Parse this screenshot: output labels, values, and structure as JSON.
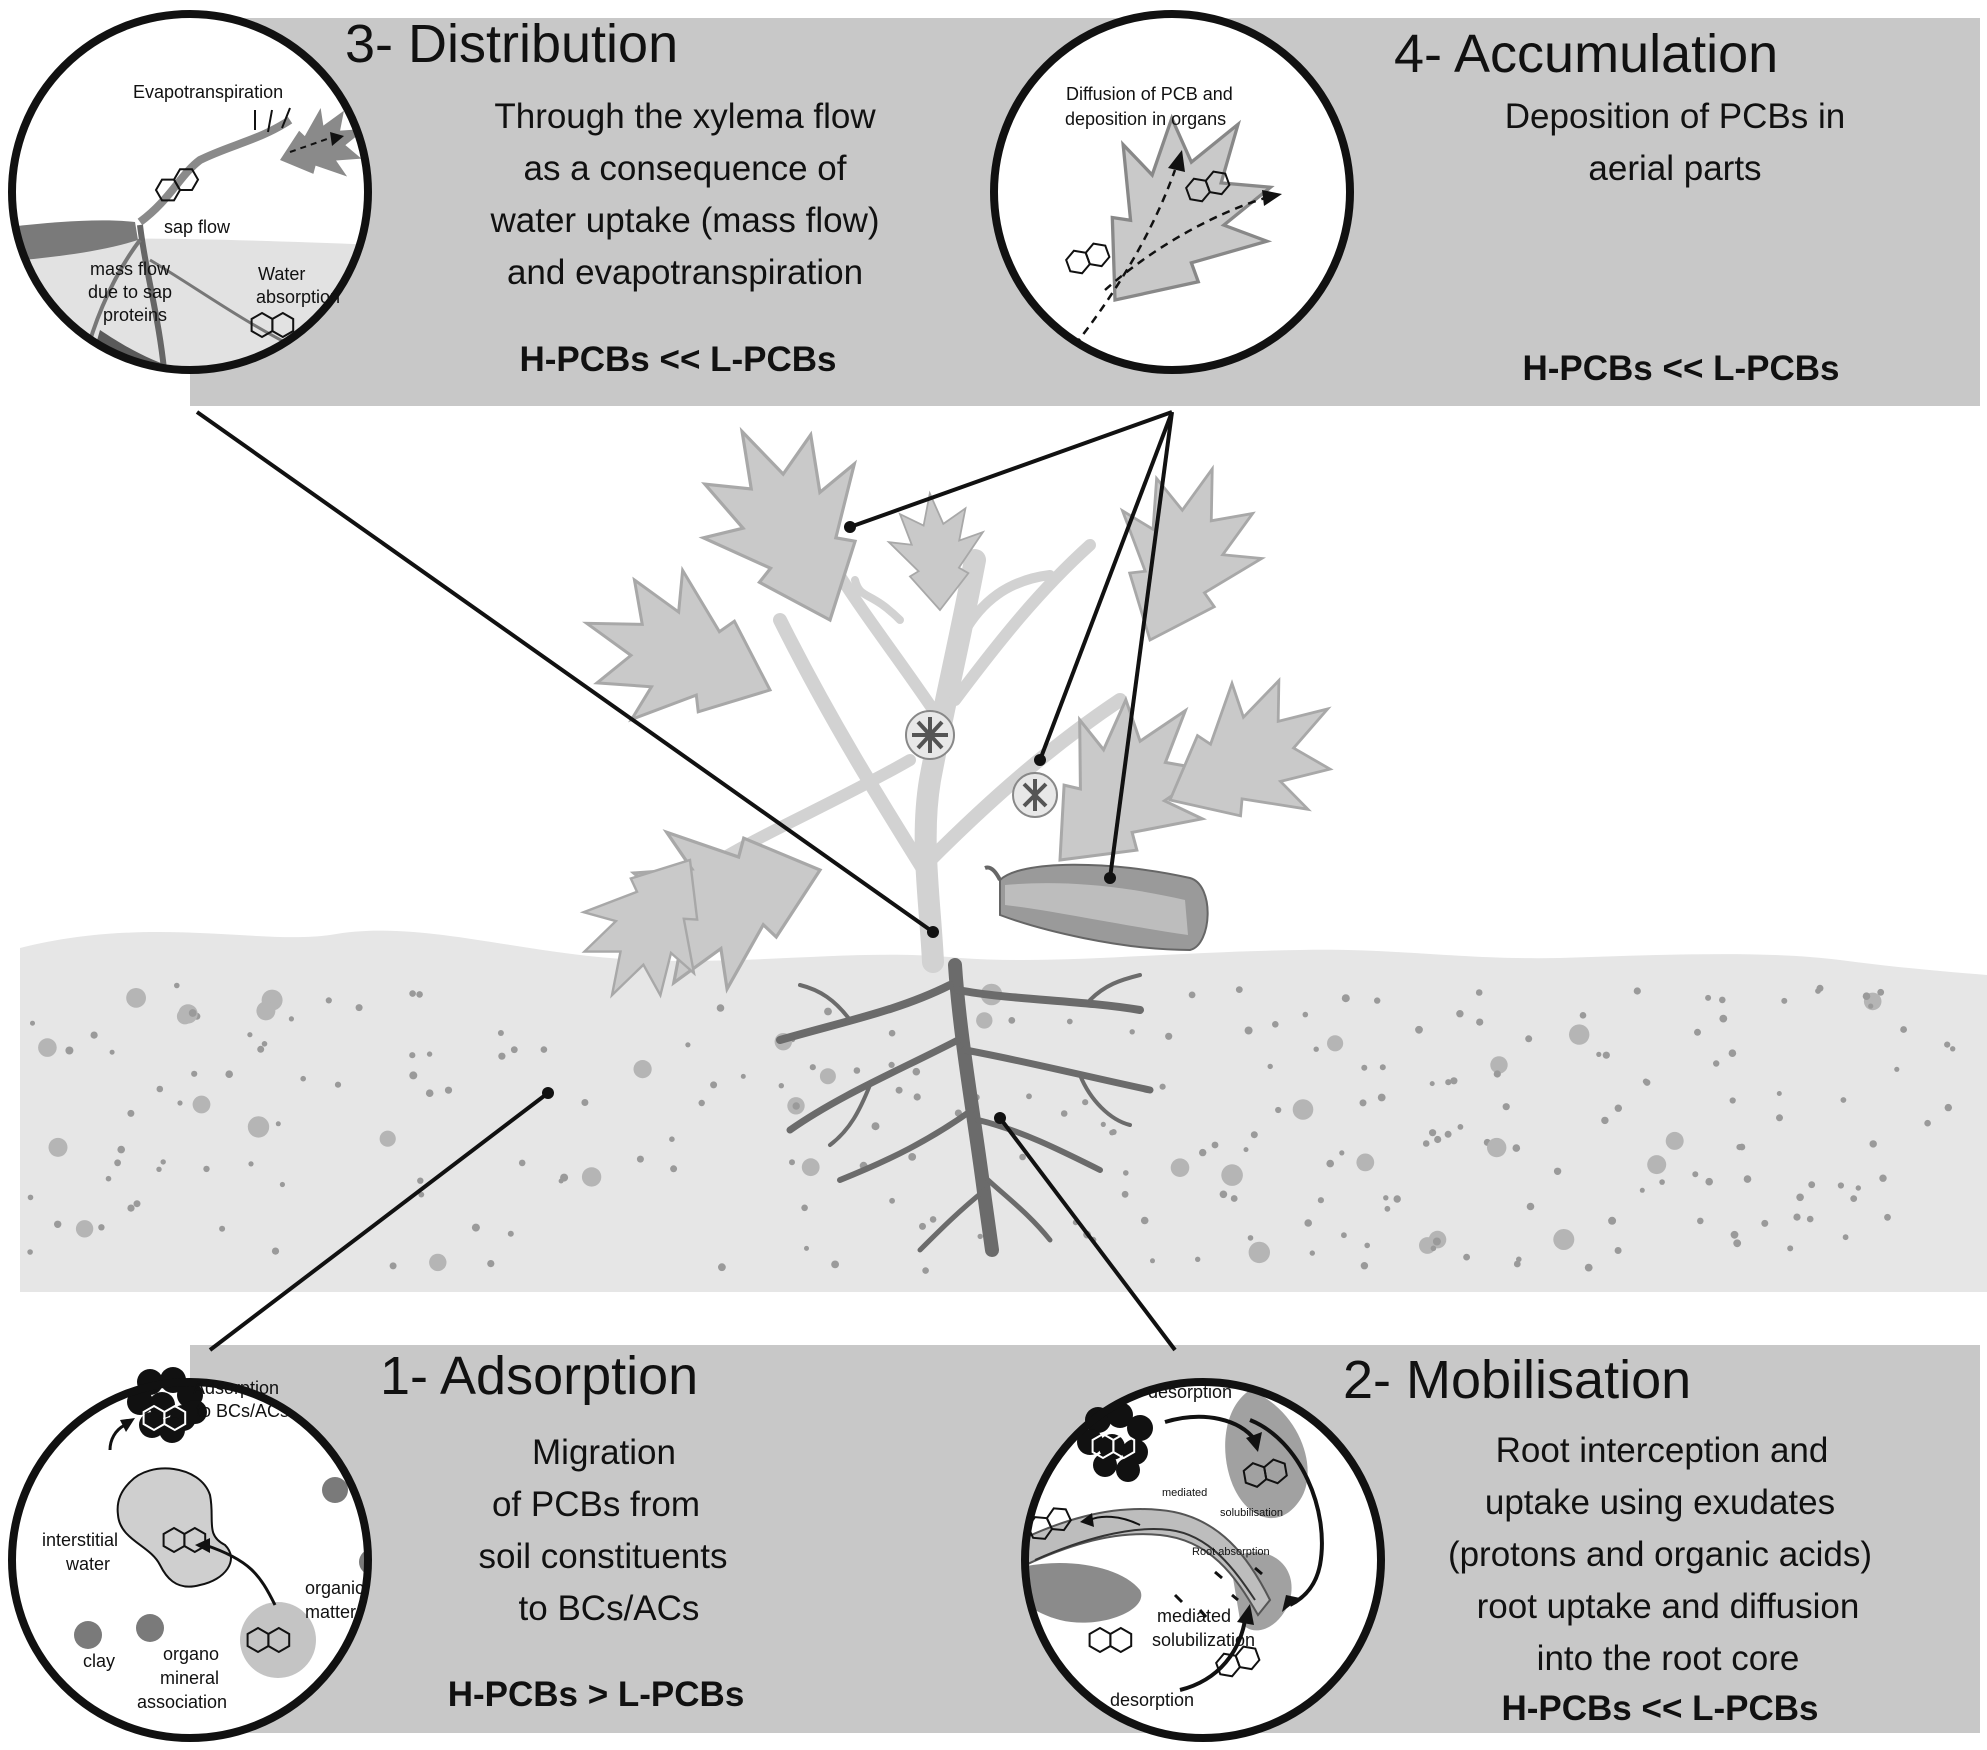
{
  "panels": {
    "distribution": {
      "title": "3- Distribution",
      "desc": [
        "Through the xylema flow",
        "as a consequence of",
        "water uptake (mass flow)",
        "and evapotranspiration"
      ],
      "ratio": "H-PCBs << L-PCBs",
      "inset": {
        "evapotranspiration": "Evapotranspiration",
        "sap_flow": "sap flow",
        "mass_flow": [
          "mass flow",
          "due to sap",
          "proteins"
        ],
        "water_absorption": [
          "Water",
          "absorption"
        ]
      }
    },
    "accumulation": {
      "title": "4- Accumulation",
      "desc": [
        "Deposition of PCBs in",
        "aerial parts"
      ],
      "ratio": "H-PCBs << L-PCBs",
      "inset": {
        "diffusion": [
          "Diffusion of PCB and",
          "deposition in organs"
        ]
      }
    },
    "adsorption": {
      "title": "1- Adsorption",
      "desc": [
        "Migration",
        "of PCBs from",
        "soil constituents",
        "to BCs/ACs"
      ],
      "ratio": "H-PCBs > L-PCBs",
      "inset": {
        "adsorption_to": [
          "Adsorption",
          "to BCs/ACs"
        ],
        "interstitial_water": [
          "interstitial",
          "water"
        ],
        "organic_matter": [
          "organic",
          "matter"
        ],
        "clay": "clay",
        "organo_mineral": [
          "organo",
          "mineral",
          "association"
        ]
      }
    },
    "mobilisation": {
      "title": "2- Mobilisation",
      "desc": [
        "Root interception and",
        "uptake using exudates",
        "(protons and organic acids)",
        "root uptake and diffusion",
        "into the root core"
      ],
      "ratio": "H-PCBs << L-PCBs",
      "inset": {
        "desorption_top": "desorption",
        "mediated_small": "mediated",
        "solubilisation_small": "solubilisation",
        "root_absorption": "Root absorption",
        "mediated_solubilization": [
          "mediated",
          "solubilization"
        ],
        "desorption_bottom": "desorption"
      }
    }
  },
  "colors": {
    "band": "#c8c8c8",
    "soil": "#e6e6e6",
    "leaf": "#c9c9c9",
    "leaf_vein": "#9a9a9a",
    "stem": "#d0d0d0",
    "root": "#6b6b6b",
    "line": "#111111"
  }
}
